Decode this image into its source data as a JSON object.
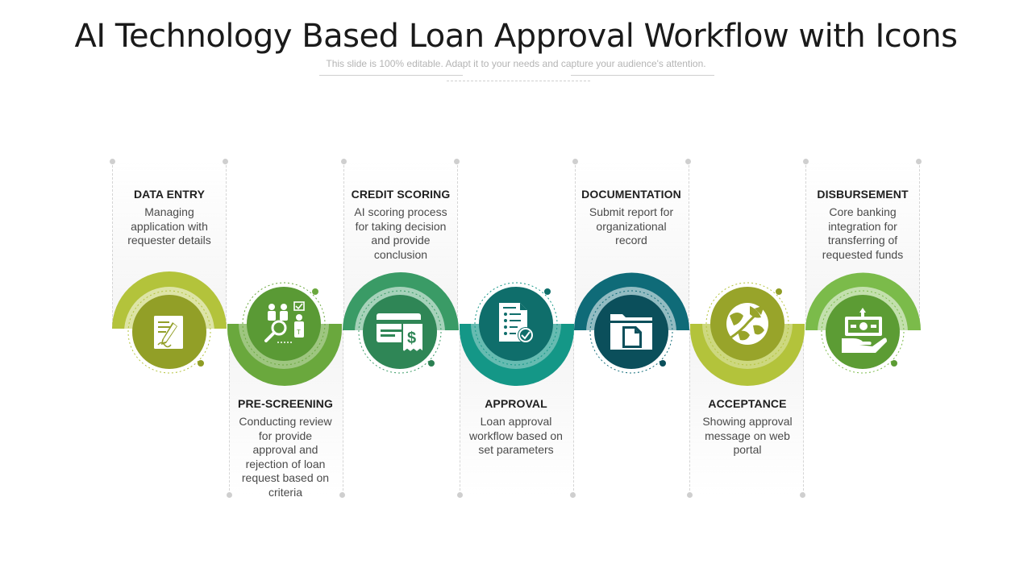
{
  "title": "AI Technology Based Loan Approval Workflow with Icons",
  "subtitle": "This slide is 100% editable. Adapt it to your needs and capture your audience's attention.",
  "steps": [
    {
      "heading": "DATA ENTRY",
      "desc": "Managing application with requester details",
      "color": "#b3c33b",
      "inner": "#8f9c24",
      "icon": "form-pen-icon",
      "position": "top"
    },
    {
      "heading": "PRE-SCREENING",
      "desc": "Conducting review for provide approval and rejection of loan request based on criteria",
      "color": "#6aa83d",
      "inner": "#4f8e2f",
      "icon": "people-magnifier-icon",
      "position": "bottom"
    },
    {
      "heading": "CREDIT SCORING",
      "desc": "AI scoring process for taking decision and provide conclusion",
      "color": "#3a9b66",
      "inner": "#2b7f52",
      "icon": "card-receipt-dollar-icon",
      "position": "top"
    },
    {
      "heading": "APPROVAL",
      "desc": "Loan approval workflow based on set parameters",
      "color": "#149787",
      "inner": "#0e6e6a",
      "icon": "checklist-approval-icon",
      "position": "bottom"
    },
    {
      "heading": "DOCUMENTATION",
      "desc": "Submit report for organizational record",
      "color": "#0f6b78",
      "inner": "#0b4f5b",
      "icon": "folder-document-icon",
      "position": "top"
    },
    {
      "heading": "ACCEPTANCE",
      "desc": "Showing approval message on web portal",
      "color": "#b3c33b",
      "inner": "#8f9c24",
      "icon": "globe-arrow-icon",
      "position": "bottom"
    },
    {
      "heading": "DISBURSEMENT",
      "desc": "Core banking integration for transferring of requested funds",
      "color": "#7bbb4a",
      "inner": "#5c9c34",
      "icon": "hand-money-icon",
      "position": "top"
    }
  ]
}
